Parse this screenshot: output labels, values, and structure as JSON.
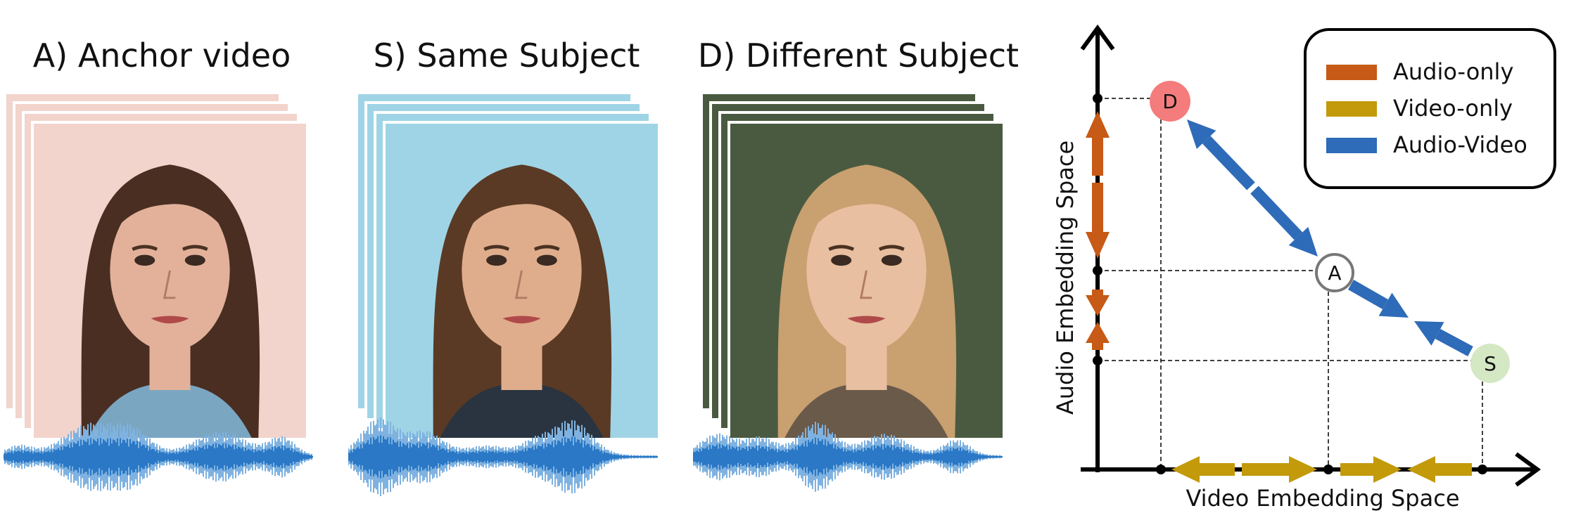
{
  "panels": [
    {
      "id": "anchor",
      "title": "A) Anchor video",
      "bg": "#f2d4cc",
      "hair": "#4a2e22",
      "skin": "#e3b19a",
      "shirt": "#7aa6c2"
    },
    {
      "id": "same",
      "title": "S) Same Subject",
      "bg": "#9fd4e6",
      "hair": "#5a3a24",
      "skin": "#e0ad8c",
      "shirt": "#2a3440"
    },
    {
      "id": "different",
      "title": "D) Different Subject",
      "bg": "#4a5a40",
      "hair": "#c9a070",
      "skin": "#e8bfa0",
      "shirt": "#6a5a4a"
    }
  ],
  "diagram": {
    "y_axis_label": "Audio Embedding Space",
    "x_axis_label": "Video Embedding Space",
    "points": [
      {
        "label": "D",
        "fill": "#f47c7c"
      },
      {
        "label": "A",
        "fill": "#ffffff"
      },
      {
        "label": "S",
        "fill": "#d5e8c4"
      }
    ],
    "legend": [
      {
        "label": "Audio-only",
        "color": "#c65a16"
      },
      {
        "label": "Video-only",
        "color": "#c29a0a"
      },
      {
        "label": "Audio-Video",
        "color": "#2e6bb8"
      }
    ],
    "colors": {
      "audio": "#c65a16",
      "video": "#c29a0a",
      "av": "#2e6bb8",
      "axis": "#000000"
    }
  }
}
